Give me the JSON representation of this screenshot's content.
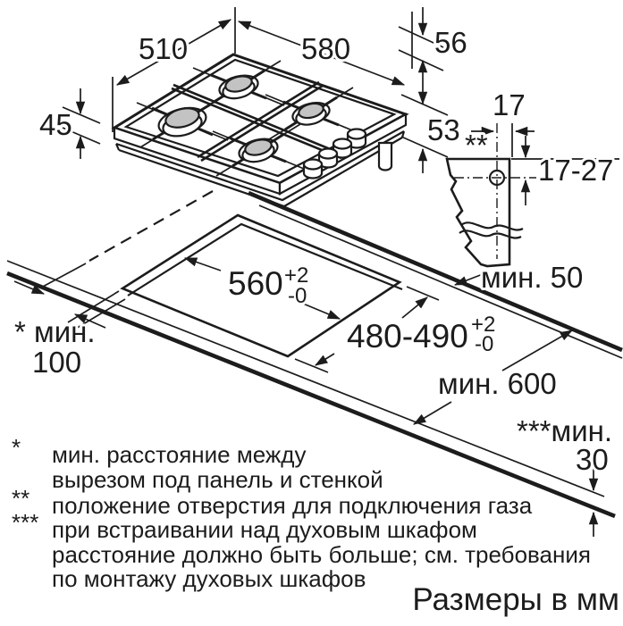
{
  "colors": {
    "line": "#1c1c1c",
    "burner": "#c3c3c3",
    "background": "#ffffff"
  },
  "dimensions": {
    "top_width": "580",
    "left_width": "510",
    "side_height": "45",
    "rim_height": "56",
    "body_height": "53",
    "gas_hole_horizontal": "17",
    "gas_hole_vertical": "17-27",
    "gas_hole_marker": "**",
    "cutout_width": "560",
    "cutout_depth": "480-490",
    "tol_plus": "+2",
    "tol_minus": "-0",
    "min_back_clearance": "мин. 50",
    "min_side_label": "* мин.",
    "min_side_value": "100",
    "min_worktop_depth": "мин. 600",
    "min_oven_label": "***мин.",
    "min_oven_value": "30"
  },
  "footnotes": [
    {
      "marker": "*",
      "lines": [
        "мин. расстояние между",
        "вырезом под панель и стенкой"
      ]
    },
    {
      "marker": "**",
      "lines": [
        "положение отверстия для подключения газа"
      ]
    },
    {
      "marker": "***",
      "lines": [
        "при встраивании над духовым шкафом",
        "расстояние должно быть больше; см. требования",
        "по монтажу духовых шкафов"
      ]
    }
  ],
  "units_note": "Размеры в мм"
}
